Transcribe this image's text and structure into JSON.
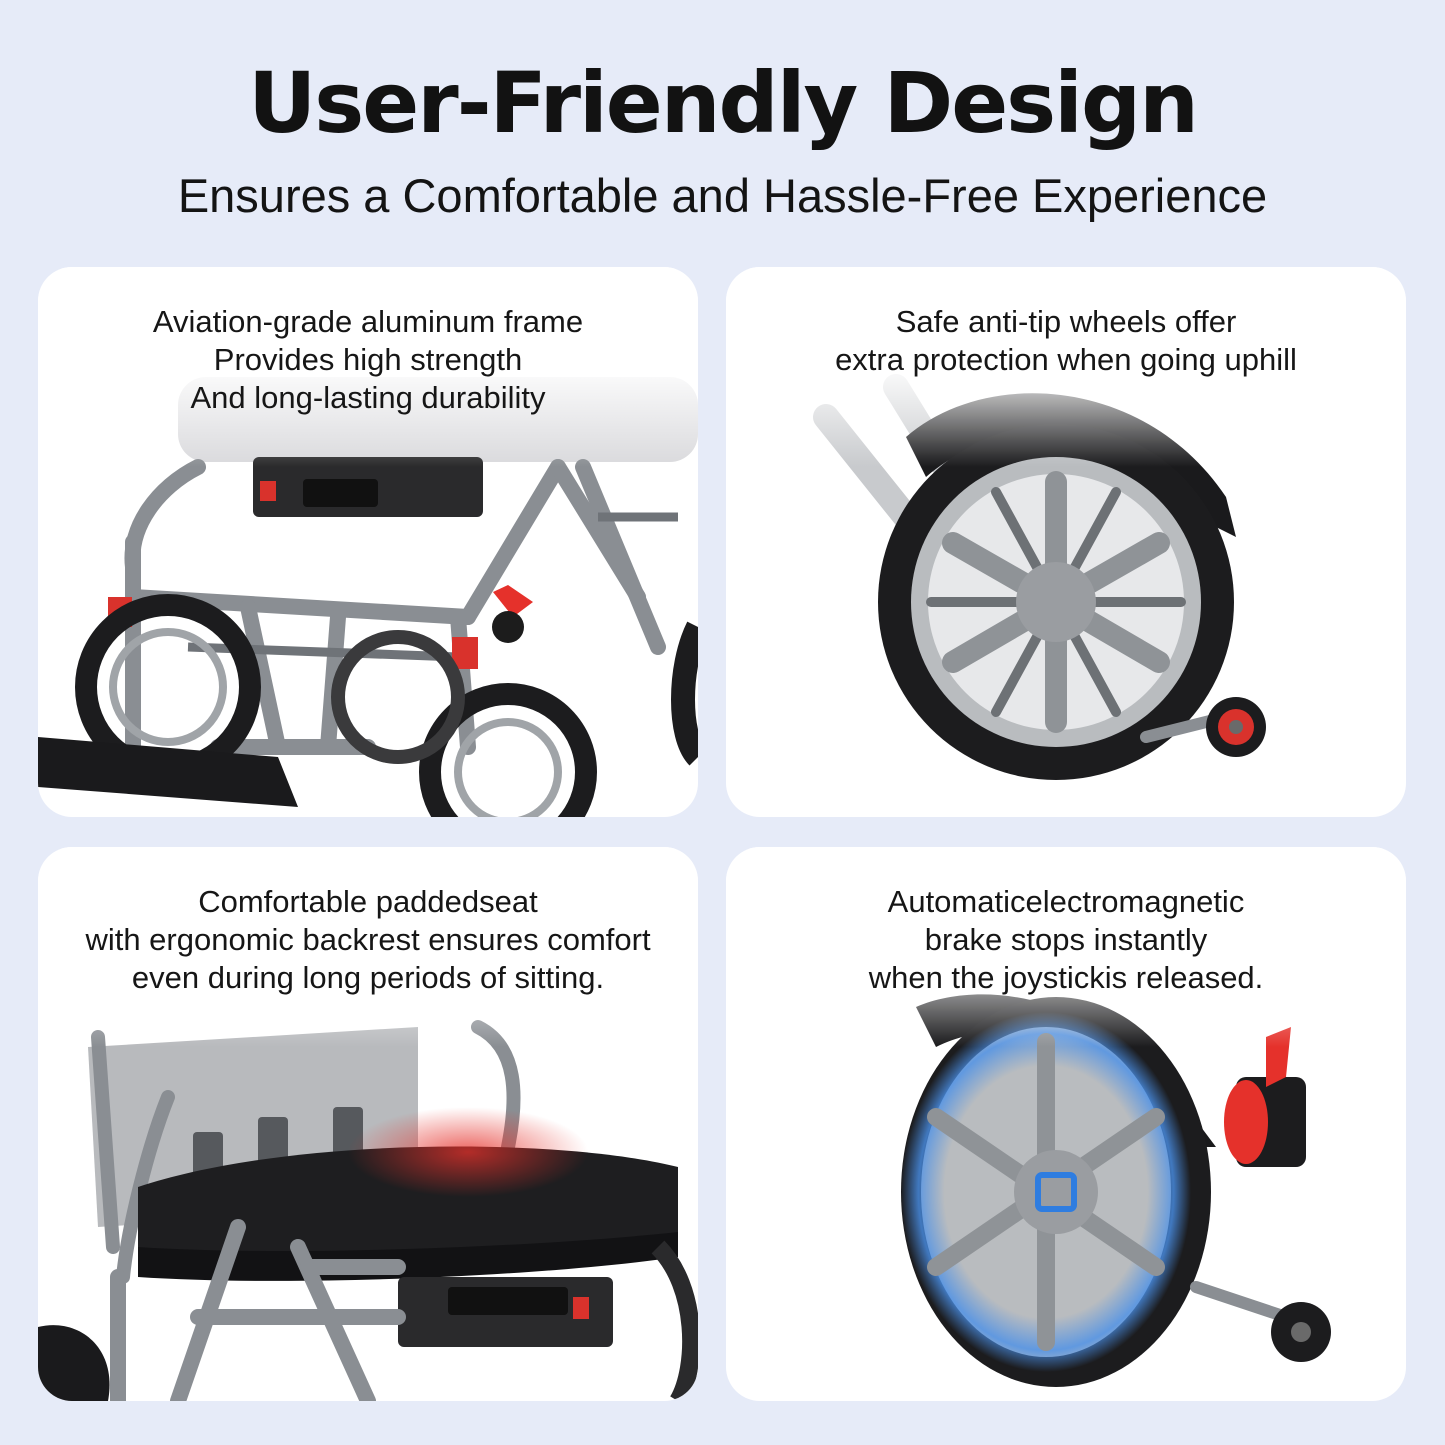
{
  "header": {
    "title": "User-Friendly Design",
    "subtitle": "Ensures a Comfortable and Hassle-Free Experience"
  },
  "cards": [
    {
      "lines": [
        "Aviation-grade aluminum frame",
        "Provides high strength",
        "And long-lasting durability"
      ],
      "image": "wheelchair-frame"
    },
    {
      "lines": [
        "Safe anti-tip wheels offer",
        "extra protection when going uphill"
      ],
      "image": "rear-wheel-anti-tip"
    },
    {
      "lines": [
        "Comfortable paddedseat",
        "with ergonomic backrest ensures comfort",
        "even during long periods of sitting."
      ],
      "image": "padded-seat"
    },
    {
      "lines": [
        "Automaticelectromagnetic",
        "brake stops instantly",
        "when the joystickis released."
      ],
      "image": "electromagnetic-brake-wheel"
    }
  ],
  "colors": {
    "background": "#e6ebf8",
    "card": "#ffffff",
    "accent_red": "#e5312b",
    "accent_blue": "#2f7de0",
    "frame_gray": "#8d9196",
    "tire_black": "#1c1c1e"
  }
}
